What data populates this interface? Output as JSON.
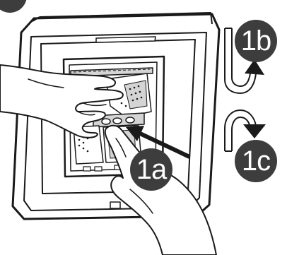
{
  "colors": {
    "line": "#1a1a1a",
    "badge_fill": "#3d3d3d",
    "badge_text": "#ffffff",
    "background": "#ffffff",
    "panel_grey": "#d4d4d4"
  },
  "steps": {
    "s1a": {
      "label": "1a",
      "icon": "arrow-icon"
    },
    "s1b": {
      "label": "1b",
      "icon": "curved-arrow-up-icon"
    },
    "s1c": {
      "label": "1c",
      "icon": "curved-arrow-down-icon"
    }
  }
}
